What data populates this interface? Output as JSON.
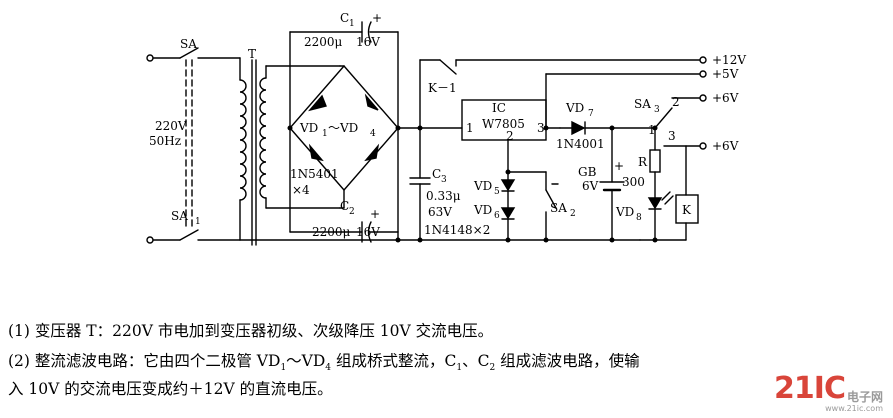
{
  "circuit": {
    "transformer": {
      "ref": "T",
      "mains_voltage": "220V",
      "mains_freq": "50Hz",
      "switch": "SA",
      "switch_sub": "1"
    },
    "capacitors": {
      "c1": {
        "ref": "C",
        "sub": "1",
        "value": "2200μ",
        "rating": "16V",
        "plus": "+"
      },
      "c2": {
        "ref": "C",
        "sub": "2",
        "value": "2200μ",
        "rating": "16V",
        "plus": "+"
      },
      "c3": {
        "ref": "C",
        "sub": "3",
        "value": "0.33μ",
        "rating": "63V"
      }
    },
    "bridge": {
      "label_a": "VD",
      "sub_a": "1",
      "tilde": "～VD",
      "sub_b": "4",
      "part": "1N5401",
      "count": "×4"
    },
    "relay_contact": "K－1",
    "regulator": {
      "ic": "IC",
      "part": "W7805",
      "pin1": "1",
      "pin2": "2",
      "pin3": "3"
    },
    "diodes": {
      "vd5": {
        "ref": "VD",
        "sub": "5"
      },
      "vd6": {
        "ref": "VD",
        "sub": "6"
      },
      "vd56_part": "1N4148×2",
      "vd7": {
        "ref": "VD",
        "sub": "7",
        "part": "1N4001"
      },
      "vd8": {
        "ref": "VD",
        "sub": "8"
      }
    },
    "sa2": {
      "ref": "SA",
      "sub": "2"
    },
    "sa3": {
      "ref": "SA",
      "sub": "3",
      "pin1": "1",
      "pin2": "2",
      "pin3": "3"
    },
    "battery": {
      "ref": "GB",
      "voltage": "6V",
      "cap": "300",
      "plus": "+"
    },
    "resistor": "R",
    "relay": "K",
    "outputs": [
      "+12V",
      "+5V",
      "+6V",
      "+6V"
    ]
  },
  "description": {
    "p1": "(1) 变压器 T：220V 市电加到变压器初级、次级降压 10V 交流电压。",
    "p2a_1": "(2) 整流滤波电路：它由四个二极管 VD",
    "p2a_s1": "1",
    "p2a_2": "～VD",
    "p2a_s2": "4",
    "p2a_3": " 组成桥式整流，C",
    "p2a_s3": "1",
    "p2a_4": "、C",
    "p2a_s4": "2",
    "p2a_5": " 组成滤波电路，使输",
    "p2b": "入 10V 的交流电压变成约＋12V 的直流电压。"
  },
  "watermark": {
    "brand": "21IC",
    "cn": "电子网",
    "url": "www.21ic.com"
  },
  "colors": {
    "ink": "#000000",
    "watermark_red": "#d9453a",
    "watermark_gray": "#9a9a9a"
  }
}
